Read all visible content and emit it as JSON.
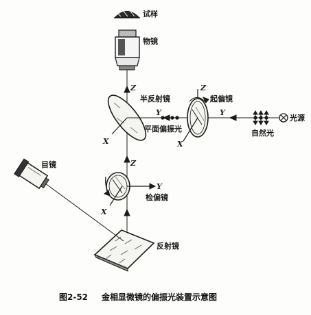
{
  "labels": {
    "specimen": "试样",
    "objective": "物镜",
    "half_mirror": "半反射镜",
    "polarizer": "起偏镜",
    "plane_polarized_light": "平面偏振光",
    "natural_light": "自然光",
    "light_source": "光源",
    "eyepiece": "目镜",
    "analyzer": "检偏镜",
    "reflector": "反射镜"
  },
  "axes": {
    "z": "Z",
    "y": "Y",
    "x": "X"
  },
  "caption": {
    "figure_no": "图2-52",
    "title": "金相显微镜的偏振光装置示意图"
  }
}
